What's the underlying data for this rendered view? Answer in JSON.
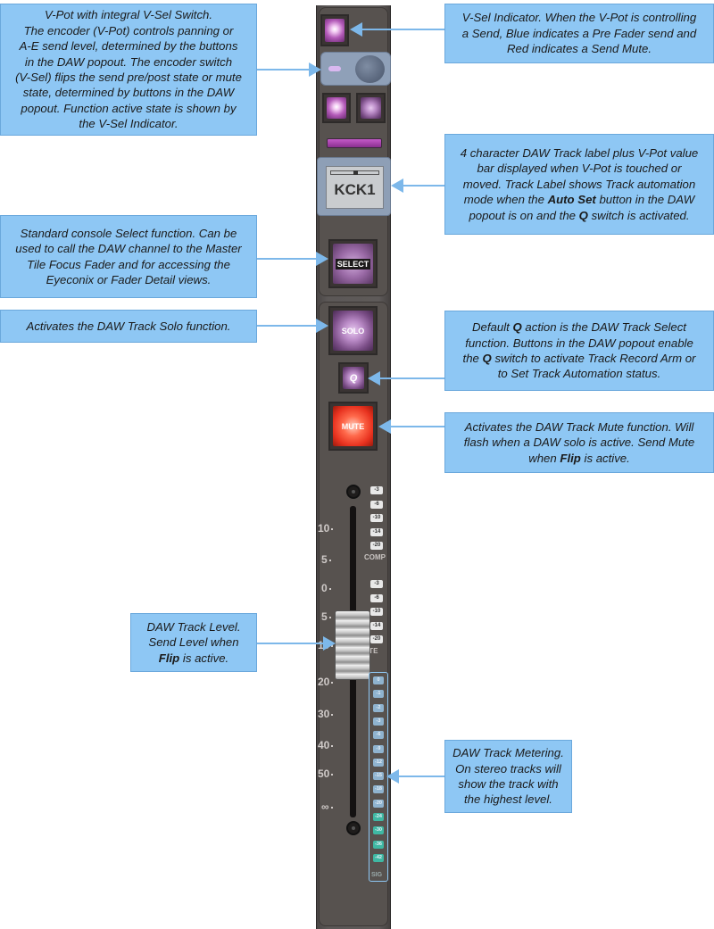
{
  "callouts": {
    "vpot": [
      "V-Pot with integral V-Sel Switch.",
      "The encoder (V-Pot) controls panning or",
      "A-E send level, determined by the buttons",
      "in the DAW popout. The encoder switch",
      "(V-Sel) flips the send pre/post state or mute",
      "state, determined by buttons in the DAW",
      "popout. Function active state is shown by",
      "the V-Sel Indicator."
    ],
    "vsel": [
      "V-Sel Indicator. When the V-Pot is controlling",
      "a Send, Blue indicates a Pre Fader send and",
      "Red indicates a Send Mute."
    ],
    "label": {
      "l1": "4 character DAW Track label plus V-Pot value",
      "l2": "bar displayed when V-Pot is touched or",
      "l3": "moved. Track Label shows Track automation",
      "l4a": "mode when the ",
      "l4b": "Auto Set",
      "l4c": " button in the DAW",
      "l5a": "popout is on and the ",
      "l5b": "Q",
      "l5c": " switch is activated."
    },
    "select": [
      "Standard console Select function. Can be",
      "used to call the DAW channel to the Master",
      "Tile Focus Fader and for accessing the",
      "Eyeconix or Fader Detail views."
    ],
    "solo": "Activates the DAW Track Solo function.",
    "q": {
      "l1a": "Default ",
      "l1b": "Q",
      "l1c": " action is the DAW Track Select",
      "l2": "function. Buttons in the DAW popout enable",
      "l3a": "the ",
      "l3b": "Q",
      "l3c": " switch to activate Track Record Arm or",
      "l4": "to Set Track Automation status."
    },
    "mute": {
      "l1": "Activates the DAW Track Mute function. Will",
      "l2": "flash when a DAW solo is active. Send Mute",
      "l3a": "when ",
      "l3b": "Flip",
      "l3c": " is active."
    },
    "level": {
      "l1": "DAW Track Level.",
      "l2": "Send Level when",
      "l3a": "",
      "l3b": "Flip",
      "l3c": " is active."
    },
    "meter": [
      "DAW Track Metering.",
      "On stereo tracks will",
      "show the track with",
      "the highest level."
    ]
  },
  "strip": {
    "lcd_label": "KCK1",
    "select_label": "SELECT",
    "solo_label": "SOLO",
    "q_label": "Q",
    "mute_label": "MUTE",
    "fader_scale": [
      "10",
      "5",
      "0",
      "5",
      "10",
      "20",
      "30",
      "40",
      "50",
      "∞"
    ],
    "comp_gr": [
      "-3",
      "-6",
      "-10",
      "-14",
      "-20"
    ],
    "comp_label": "COMP",
    "gate_gr": [
      "-3",
      "-6",
      "-10",
      "-14",
      "-20"
    ],
    "gate_label": "ATE",
    "meter_segments": [
      "0",
      "-1",
      "-2",
      "-3",
      "-6",
      "-9",
      "-12",
      "-15",
      "-18",
      "-20",
      "-24",
      "-30",
      "-36",
      "-42"
    ],
    "meter_label": "SIG"
  },
  "colors": {
    "callout_bg": "#8ec7f4",
    "strip_bg": "#5c5857",
    "mute_red": "#e8321f",
    "button_purple": "#b35ab8"
  }
}
